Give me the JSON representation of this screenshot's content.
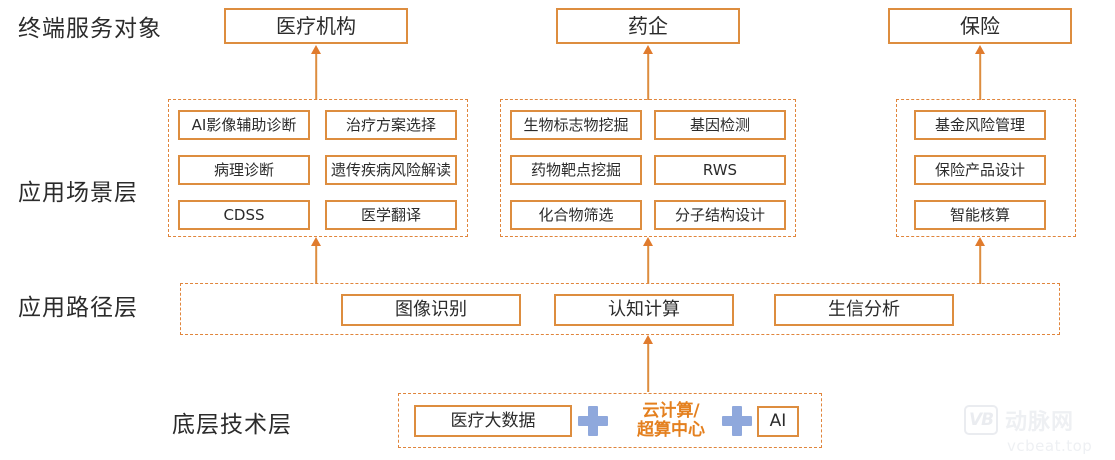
{
  "diagram": {
    "layers": [
      {
        "name": "terminal-service",
        "label": "终端服务对象"
      },
      {
        "name": "application-scenario",
        "label": "应用场景层"
      },
      {
        "name": "application-path",
        "label": "应用路径层"
      },
      {
        "name": "underlying-technology",
        "label": "底层技术层"
      }
    ],
    "terminal_targets": [
      {
        "name": "medical-institution",
        "label": "医疗机构"
      },
      {
        "name": "pharma-enterprise",
        "label": "药企"
      },
      {
        "name": "insurance",
        "label": "保险"
      }
    ],
    "scenario_groups": [
      {
        "name": "medical-institution-scenarios",
        "items": [
          "AI影像辅助诊断",
          "治疗方案选择",
          "病理诊断",
          "遗传疾病风险解读",
          "CDSS",
          "医学翻译"
        ]
      },
      {
        "name": "pharma-enterprise-scenarios",
        "items": [
          "生物标志物挖掘",
          "基因检测",
          "药物靶点挖掘",
          "RWS",
          "化合物筛选",
          "分子结构设计"
        ]
      },
      {
        "name": "insurance-scenarios",
        "items": [
          "基金风险管理",
          "保险产品设计",
          "智能核算"
        ]
      }
    ],
    "application_paths": [
      {
        "name": "image-recognition",
        "label": "图像识别"
      },
      {
        "name": "cognitive-computing",
        "label": "认知计算"
      },
      {
        "name": "bioinformatics-analysis",
        "label": "生信分析"
      }
    ],
    "technology_items": [
      {
        "name": "medical-big-data",
        "label": "医疗大数据",
        "style": "box"
      },
      {
        "name": "plus-1",
        "label": "+",
        "style": "plus"
      },
      {
        "name": "cloud-supercomputing",
        "label_line1": "云计算/",
        "label_line2": "超算中心",
        "style": "text"
      },
      {
        "name": "plus-2",
        "label": "+",
        "style": "plus"
      },
      {
        "name": "artificial-intelligence",
        "label": "AI",
        "style": "box"
      }
    ],
    "colors": {
      "box_border": "#dd8d3f",
      "dashed_border": "#e0853c",
      "arrow": "#e07b2d",
      "plus": "#8fa8dc",
      "cloud_text": "#e4801f",
      "label_text": "#2b2b2b",
      "background": "#ffffff"
    }
  },
  "watermark": {
    "logo": "VB",
    "brand": "动脉网",
    "url": "vcbeat.top"
  }
}
